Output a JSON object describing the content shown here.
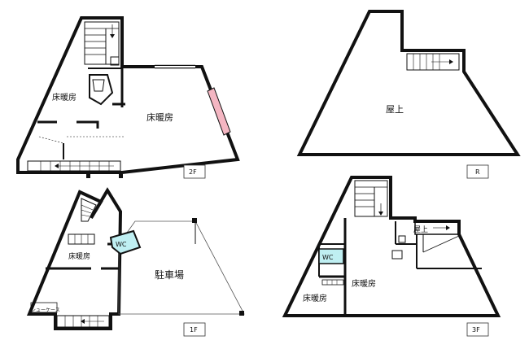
{
  "floors": {
    "2f": {
      "label": "2F",
      "room_left": "床暖房",
      "room_main": "床暖房"
    },
    "r": {
      "label": "R",
      "room_roof": "屋上"
    },
    "1f": {
      "label": "1F",
      "room_bed": "床暖房",
      "room_wc": "WC",
      "room_parking": "駐車場",
      "shoe_case": "シューケース"
    },
    "3f": {
      "label": "3F",
      "room_roof": "屋上",
      "room_wc": "WC",
      "room_left": "床暖房",
      "room_center": "床暖房"
    }
  },
  "colors": {
    "wall": "#111111",
    "wc_fill": "#bfeff2",
    "accent_pink": "#f4b6c2",
    "background": "#ffffff"
  }
}
